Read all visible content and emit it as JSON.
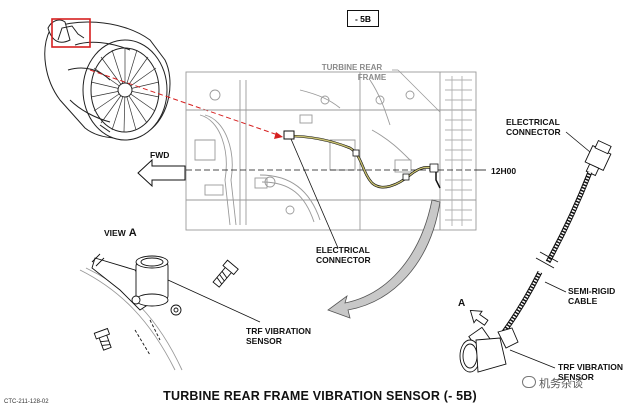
{
  "figure": {
    "tab": "- 5B",
    "title": "TURBINE REAR FRAME VIBRATION SENSOR (- 5B)",
    "reference": "CTC-211-128-02",
    "watermark": "机务杂谈"
  },
  "labels": {
    "turbine_rear_frame_1": "TURBINE REAR",
    "turbine_rear_frame_2": "FRAME",
    "position": "12H00",
    "fwd": "FWD",
    "view_a": "VIEW",
    "view_a_letter": "A",
    "elec_conn_center_1": "ELECTRICAL",
    "elec_conn_center_2": "CONNECTOR",
    "elec_conn_right_1": "ELECTRICAL",
    "elec_conn_right_2": "CONNECTOR",
    "semi_rigid_1": "SEMI-RIGID",
    "semi_rigid_2": "CABLE",
    "trf_left_1": "TRF VIBRATION",
    "trf_left_2": "SENSOR",
    "trf_right_1": "TRF VIBRATION",
    "trf_right_2": "SENSOR",
    "arrow_a": "A"
  },
  "colors": {
    "highlight": "#d62020",
    "ink": "#111111",
    "ghost": "#9a9a9a",
    "harness": "#b8b060"
  }
}
